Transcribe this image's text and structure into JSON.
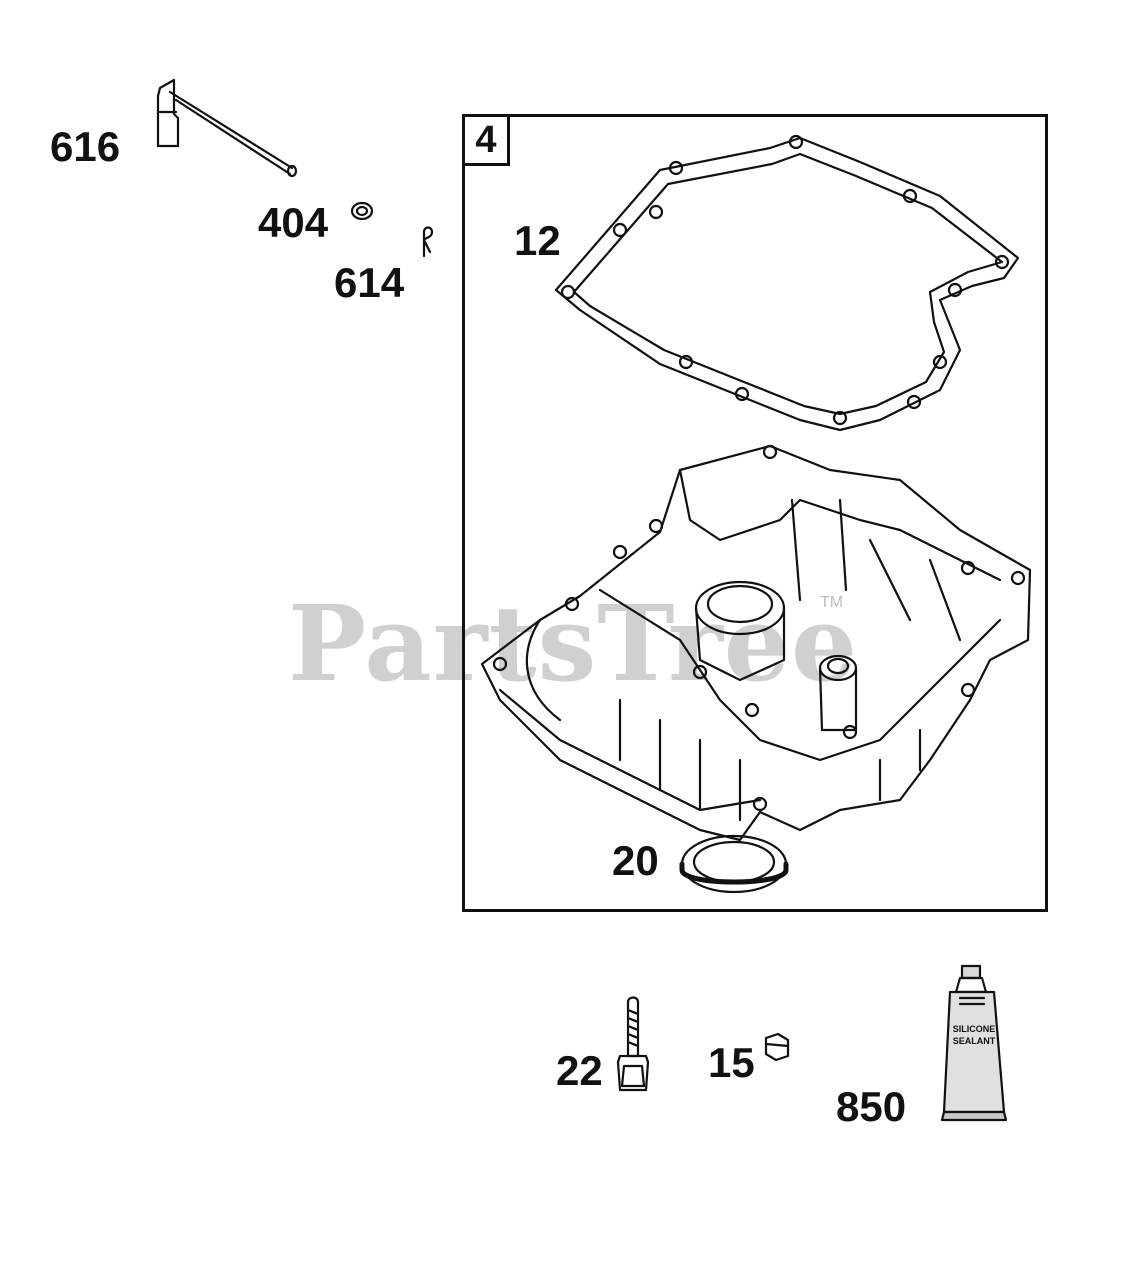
{
  "diagram": {
    "kit": {
      "number": "4"
    },
    "parts": [
      {
        "id": "616"
      },
      {
        "id": "404"
      },
      {
        "id": "614"
      },
      {
        "id": "12"
      },
      {
        "id": "20"
      },
      {
        "id": "22"
      },
      {
        "id": "15"
      },
      {
        "id": "850"
      }
    ],
    "tube_text": {
      "line1": "SILICONE",
      "line2": "SEALANT"
    },
    "watermark": {
      "text": "PartsTree",
      "tm": "TM"
    }
  }
}
